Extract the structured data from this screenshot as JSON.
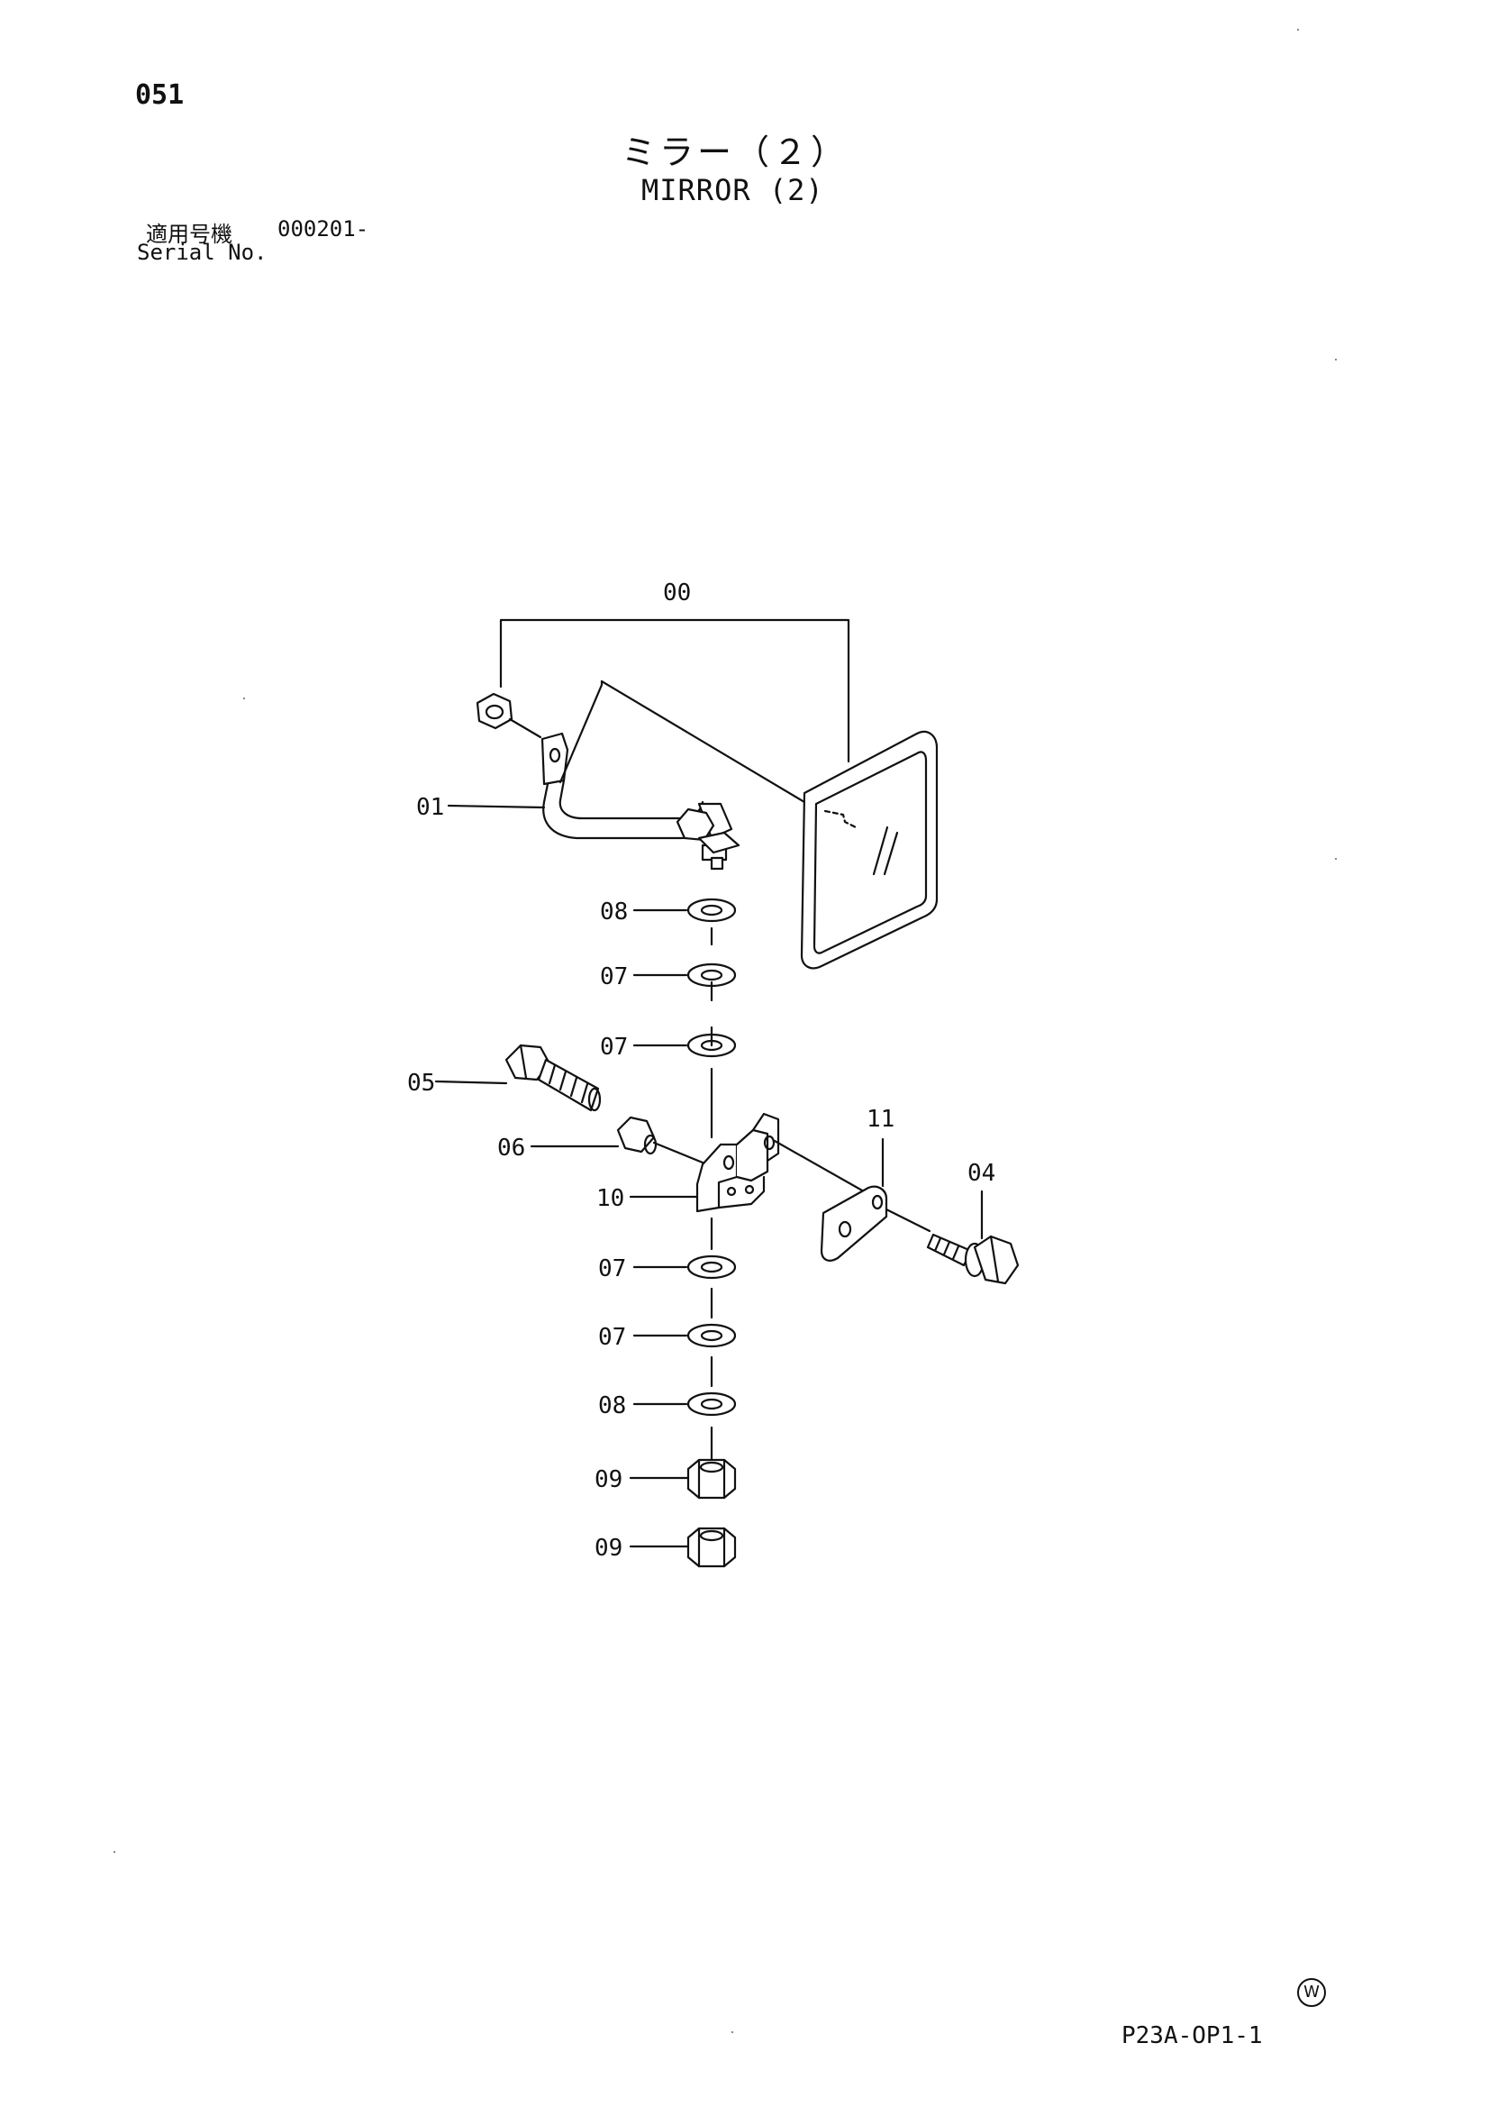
{
  "header": {
    "page_number": "051",
    "title_jp": "ミラー（２）",
    "title_en": "MIRROR (2)",
    "serial_label_jp": "適用号機",
    "serial_value": "000201-",
    "serial_label_en": "Serial No."
  },
  "callouts": {
    "c00": "00",
    "c01": "01",
    "c05": "05",
    "c06": "06",
    "c10": "10",
    "c11": "11",
    "c04": "04",
    "c08a": "08",
    "c07a": "07",
    "c07b": "07",
    "c07c": "07",
    "c07d": "07",
    "c08b": "08",
    "c09a": "09",
    "c09b": "09"
  },
  "footer": {
    "mark": "W",
    "drawing_code": "P23A-OP1-1"
  }
}
